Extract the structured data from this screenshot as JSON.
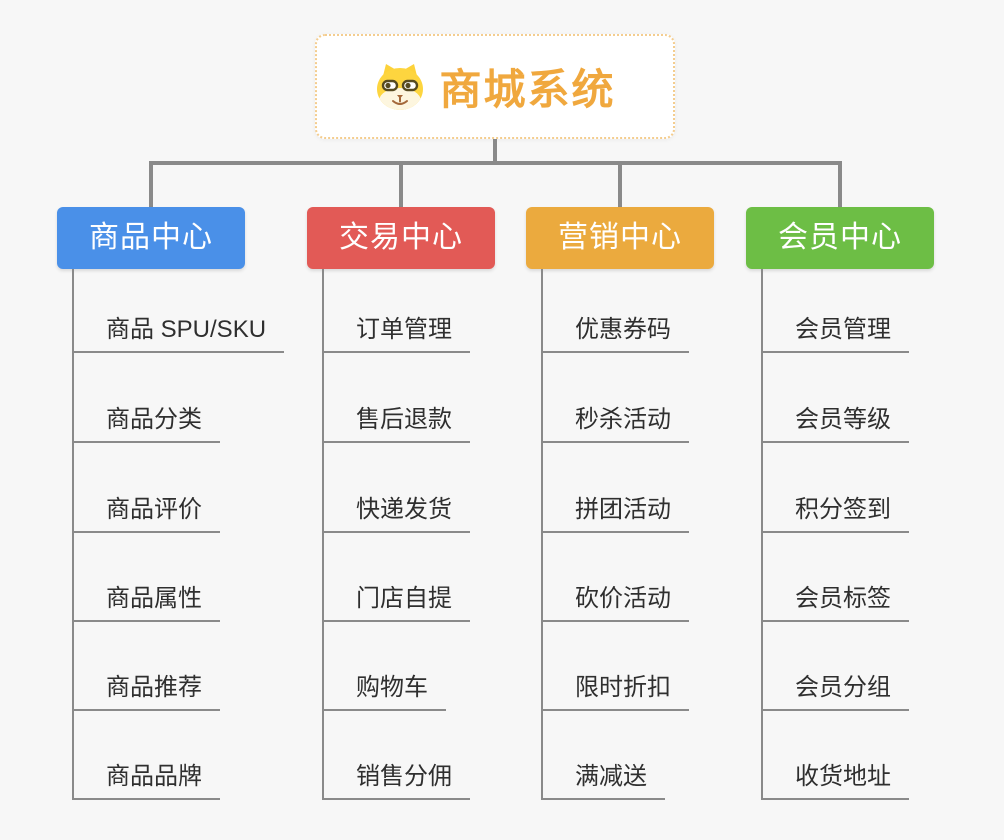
{
  "root": {
    "title": "商城系统",
    "icon": "dog-face",
    "accent_color": "#f0a83e",
    "border_color": "#f4cd8f"
  },
  "canvas": {
    "background_color": "#f7f7f7",
    "connector_color": "#8a8a8a",
    "leaf_text_color": "#2f2f2f"
  },
  "branches": [
    {
      "label": "商品中心",
      "color": "#4a90e8",
      "items": [
        "商品 SPU/SKU",
        "商品分类",
        "商品评价",
        "商品属性",
        "商品推荐",
        "商品品牌"
      ]
    },
    {
      "label": "交易中心",
      "color": "#e25a56",
      "items": [
        "订单管理",
        "售后退款",
        "快递发货",
        "门店自提",
        "购物车",
        "销售分佣"
      ]
    },
    {
      "label": "营销中心",
      "color": "#ebaa3e",
      "items": [
        "优惠券码",
        "秒杀活动",
        "拼团活动",
        "砍价活动",
        "限时折扣",
        "满减送"
      ]
    },
    {
      "label": "会员中心",
      "color": "#6dbe45",
      "items": [
        "会员管理",
        "会员等级",
        "积分签到",
        "会员标签",
        "会员分组",
        "收货地址"
      ]
    }
  ]
}
